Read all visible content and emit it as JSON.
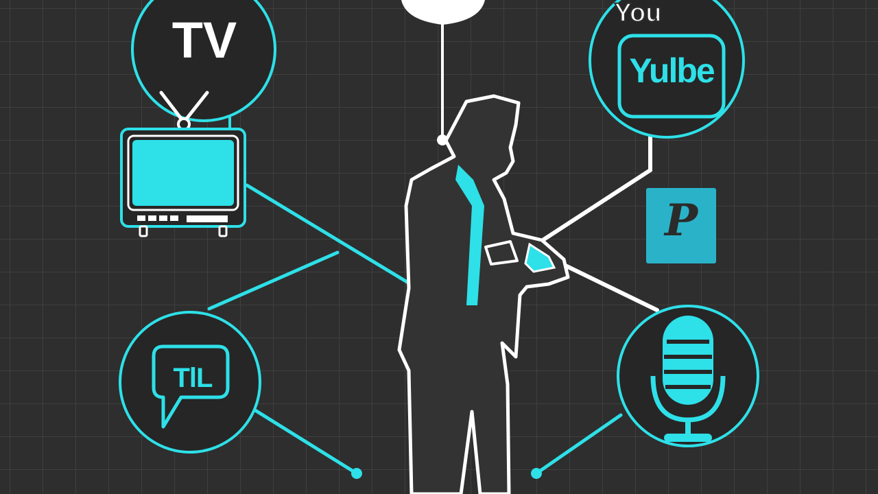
{
  "tv_bubble": {
    "label": "TV"
  },
  "youtube_bubble": {
    "top_label": "You",
    "label": "Yulbe"
  },
  "chat_bubble": {
    "label": "TlL"
  },
  "p_tile": {
    "label": "P"
  },
  "colors": {
    "background": "#2e2e2e",
    "grid": "#3f3f3f",
    "accent_cyan": "#2ee0e8",
    "outline_white": "#ffffff",
    "silhouette": "#333333"
  },
  "icons": [
    "tv-icon",
    "youtube-icon",
    "chat-icon",
    "p-app-icon",
    "microphone-icon",
    "person-silhouette"
  ]
}
